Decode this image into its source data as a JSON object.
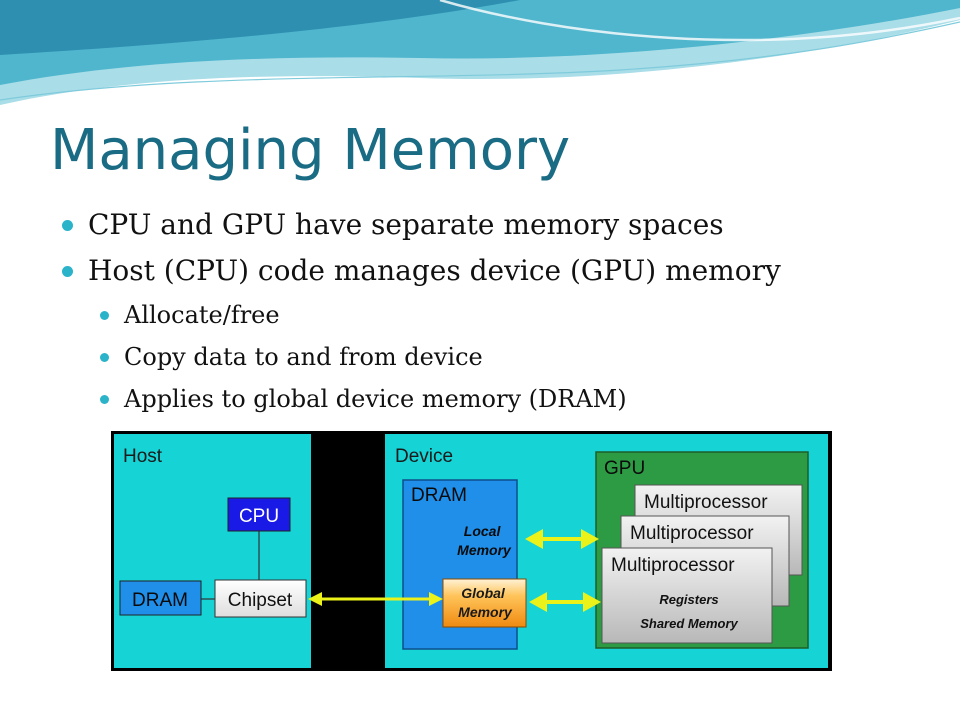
{
  "slide": {
    "title": "Managing Memory",
    "bullets": [
      {
        "level": 1,
        "text": "CPU and GPU have separate memory spaces"
      },
      {
        "level": 1,
        "text": "Host (CPU) code manages device (GPU) memory"
      },
      {
        "level": 2,
        "text": "Allocate/free"
      },
      {
        "level": 2,
        "text": "Copy data to and from device"
      },
      {
        "level": 2,
        "text": "Applies to global device memory (DRAM)"
      }
    ]
  },
  "diagram": {
    "host_label": "Host",
    "cpu_label": "CPU",
    "host_dram_label": "DRAM",
    "chipset_label": "Chipset",
    "device_label": "Device",
    "device_dram_label": "DRAM",
    "local_memory_label": [
      "Local",
      "Memory"
    ],
    "global_memory_label": [
      "Global",
      "Memory"
    ],
    "gpu_label": "GPU",
    "multiprocessor_label": "Multiprocessor",
    "registers_label": "Registers",
    "shared_memory_label": "Shared Memory"
  },
  "colors": {
    "title": "#1a6b84",
    "bullet_dot": "#2ab3c9",
    "panel_cyan": "#16d3d6",
    "dram_blue": "#1f8fea",
    "cpu_blue": "#1a1ae6",
    "gpu_green": "#2d9a44",
    "global_orange": "#f5a020",
    "arrow_yellow": "#eaf21a"
  }
}
